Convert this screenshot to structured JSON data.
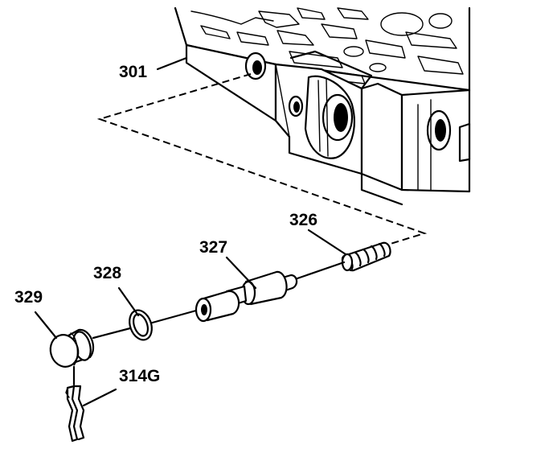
{
  "diagram": {
    "parts": [
      {
        "id": "valve_body",
        "label": "301"
      },
      {
        "id": "spring",
        "label": "326"
      },
      {
        "id": "valve",
        "label": "327"
      },
      {
        "id": "o_ring",
        "label": "328"
      },
      {
        "id": "plug",
        "label": "329"
      },
      {
        "id": "retainer_clip",
        "label": "314G"
      }
    ]
  }
}
